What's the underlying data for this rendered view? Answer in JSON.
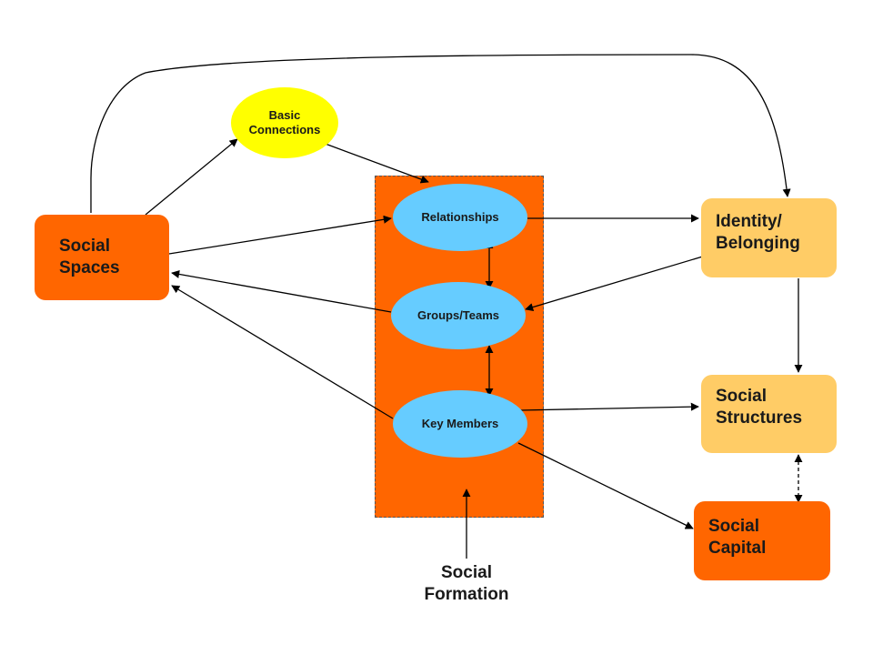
{
  "colors": {
    "dark_orange": "#FF6600",
    "light_orange": "#FFCC66",
    "blue": "#66CCFF",
    "yellow": "#FFFF00",
    "arrow": "#000000"
  },
  "nodes": {
    "social_spaces": "Social\nSpaces",
    "basic_connections": "Basic\nConnections",
    "relationships": "Relationships",
    "groups_teams": "Groups/Teams",
    "key_members": "Key  Members",
    "identity_belonging": "Identity/\nBelonging",
    "social_structures": "Social\nStructures",
    "social_capital": "Social\nCapital",
    "social_formation": "Social\nFormation"
  }
}
